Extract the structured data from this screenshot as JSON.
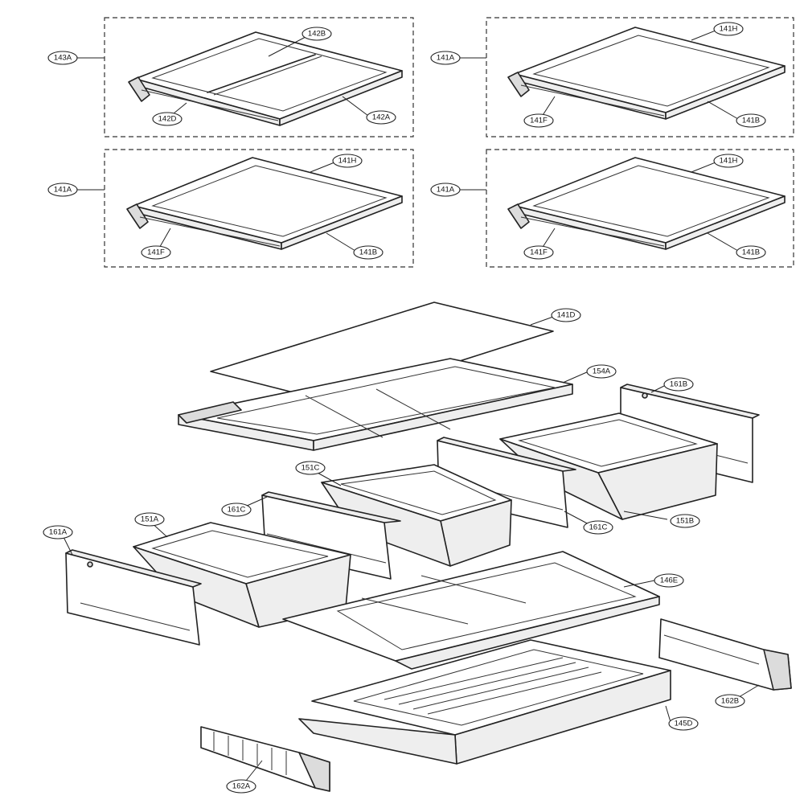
{
  "callouts": {
    "p143A": "143A",
    "p142B": "142B",
    "p142D": "142D",
    "p142A": "142A",
    "p141A_1": "141A",
    "p141H_1": "141H",
    "p141F_1": "141F",
    "p141B_1": "141B",
    "p141A_2": "141A",
    "p141H_2": "141H",
    "p141F_2": "141F",
    "p141B_2": "141B",
    "p141A_3": "141A",
    "p141H_3": "141H",
    "p141F_3": "141F",
    "p141B_3": "141B",
    "p141D": "141D",
    "p154A": "154A",
    "p161B": "161B",
    "p151C": "151C",
    "p161C_1": "161C",
    "p161C_2": "161C",
    "p151B": "151B",
    "p151A": "151A",
    "p161A": "161A",
    "p146E": "146E",
    "p145D": "145D",
    "p162B": "162B",
    "p162A": "162A"
  }
}
